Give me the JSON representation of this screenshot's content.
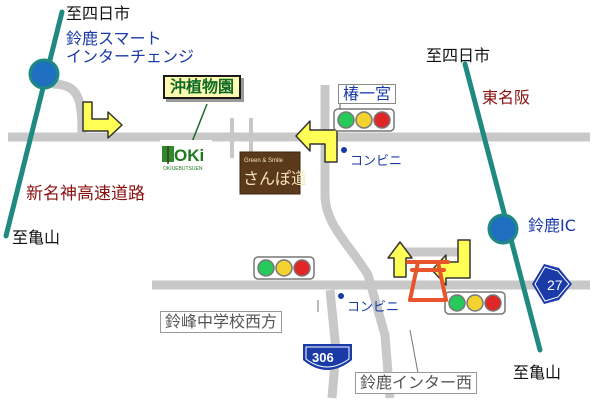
{
  "map": {
    "labels": {
      "shiyokkaichi_top": "至四日市",
      "suzuka_smart_ic": "鈴鹿スマート\nインターチェンジ",
      "shin_meishin": "新名神高速道路",
      "shikameyama_left": "至亀山",
      "shiyokkaichi_right": "至四日市",
      "higashi_meihan": "東名阪",
      "suzuka_ic": "鈴鹿IC",
      "shikameyama_right": "至亀山",
      "tsubaki_ichinomiya": "椿一宮",
      "convenience_store_1": "コンビニ",
      "convenience_store_2": "コンビニ",
      "suzumine_jhs_west": "鈴峰中学校西方",
      "suzuka_inter_west": "鈴鹿インター西",
      "okiue_nursery": "沖植物園"
    },
    "logos": {
      "okiue": "OKi",
      "okiue_sub": "OKIUEBUTSUEN",
      "sanpomichi_top": "Green & Smile",
      "sanpomichi": "さんぽ道"
    },
    "route_shields": {
      "route_27": "27",
      "route_306": "306"
    },
    "colors": {
      "road": "#c8c8c8",
      "expressway": "#1e8a82",
      "ic_marker": "#1e6fc0",
      "arrow_fill": "#ffff55",
      "shield_blue": "#1a3aa8",
      "torii": "#e8542c"
    }
  }
}
